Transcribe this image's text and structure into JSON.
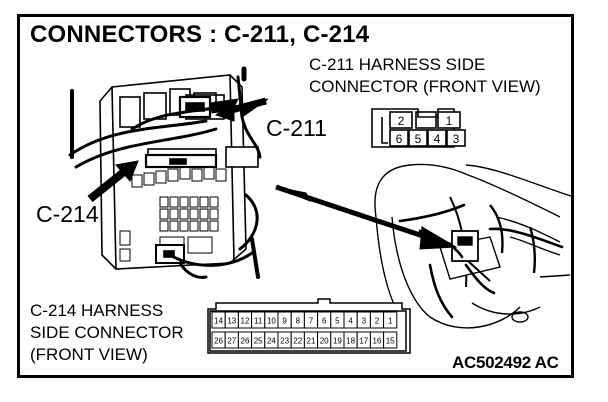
{
  "title": "CONNECTORS : C-211, C-214",
  "c211": {
    "label": "C-211",
    "caption_line1": "C-211 HARNESS SIDE",
    "caption_line2": "CONNECTOR (FRONT VIEW)",
    "top_pins": [
      "2",
      "1"
    ],
    "bottom_pins": [
      "6",
      "5",
      "4",
      "3"
    ]
  },
  "c214": {
    "label": "C-214",
    "caption_line1": "C-214 HARNESS",
    "caption_line2": "SIDE CONNECTOR",
    "caption_line3": "(FRONT VIEW)",
    "top_row": [
      "14",
      "13",
      "12",
      "11",
      "10",
      "9",
      "8",
      "7",
      "6",
      "5",
      "4",
      "3",
      "2",
      "1"
    ],
    "bottom_row": [
      "26",
      "27",
      "26",
      "25",
      "24",
      "23",
      "22",
      "21",
      "20",
      "19",
      "18",
      "17",
      "16",
      "15"
    ]
  },
  "figure_code": "AC502492 AC"
}
